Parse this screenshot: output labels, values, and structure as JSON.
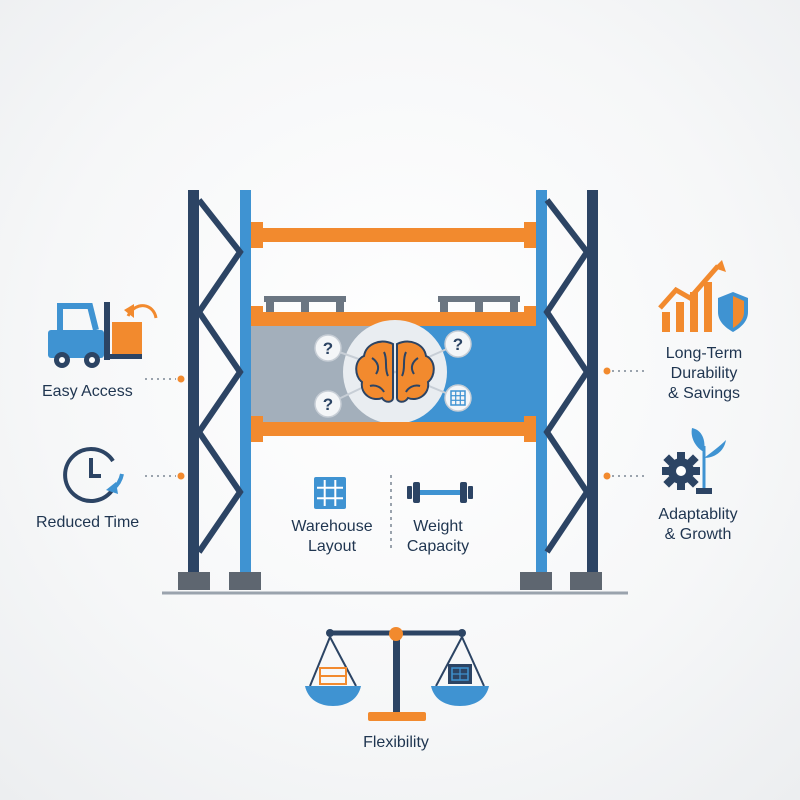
{
  "labels": {
    "easy_access": "Easy Access",
    "reduced_time": "Reduced Time",
    "warehouse_layout_1": "Warehouse",
    "warehouse_layout_2": "Layout",
    "weight_capacity_1": "Weight",
    "weight_capacity_2": "Capacity",
    "durability_1": "Long-Term",
    "durability_2": "Durability",
    "durability_3": "& Savings",
    "adaptability_1": "Adaptablity",
    "adaptability_2": "& Growth",
    "flexibility": "Flexibility"
  },
  "colors": {
    "navy": "#2c4464",
    "blue": "#3f93d2",
    "orange": "#f28a2e",
    "gray": "#9aa3ad",
    "dark_gray": "#5e6670"
  },
  "icons": [
    "forklift-icon",
    "clock-icon",
    "brain-icon",
    "question-icon",
    "grid-icon",
    "dumbbell-icon",
    "growth-chart-icon",
    "shield-icon",
    "gear-plant-icon",
    "balance-scale-icon"
  ]
}
